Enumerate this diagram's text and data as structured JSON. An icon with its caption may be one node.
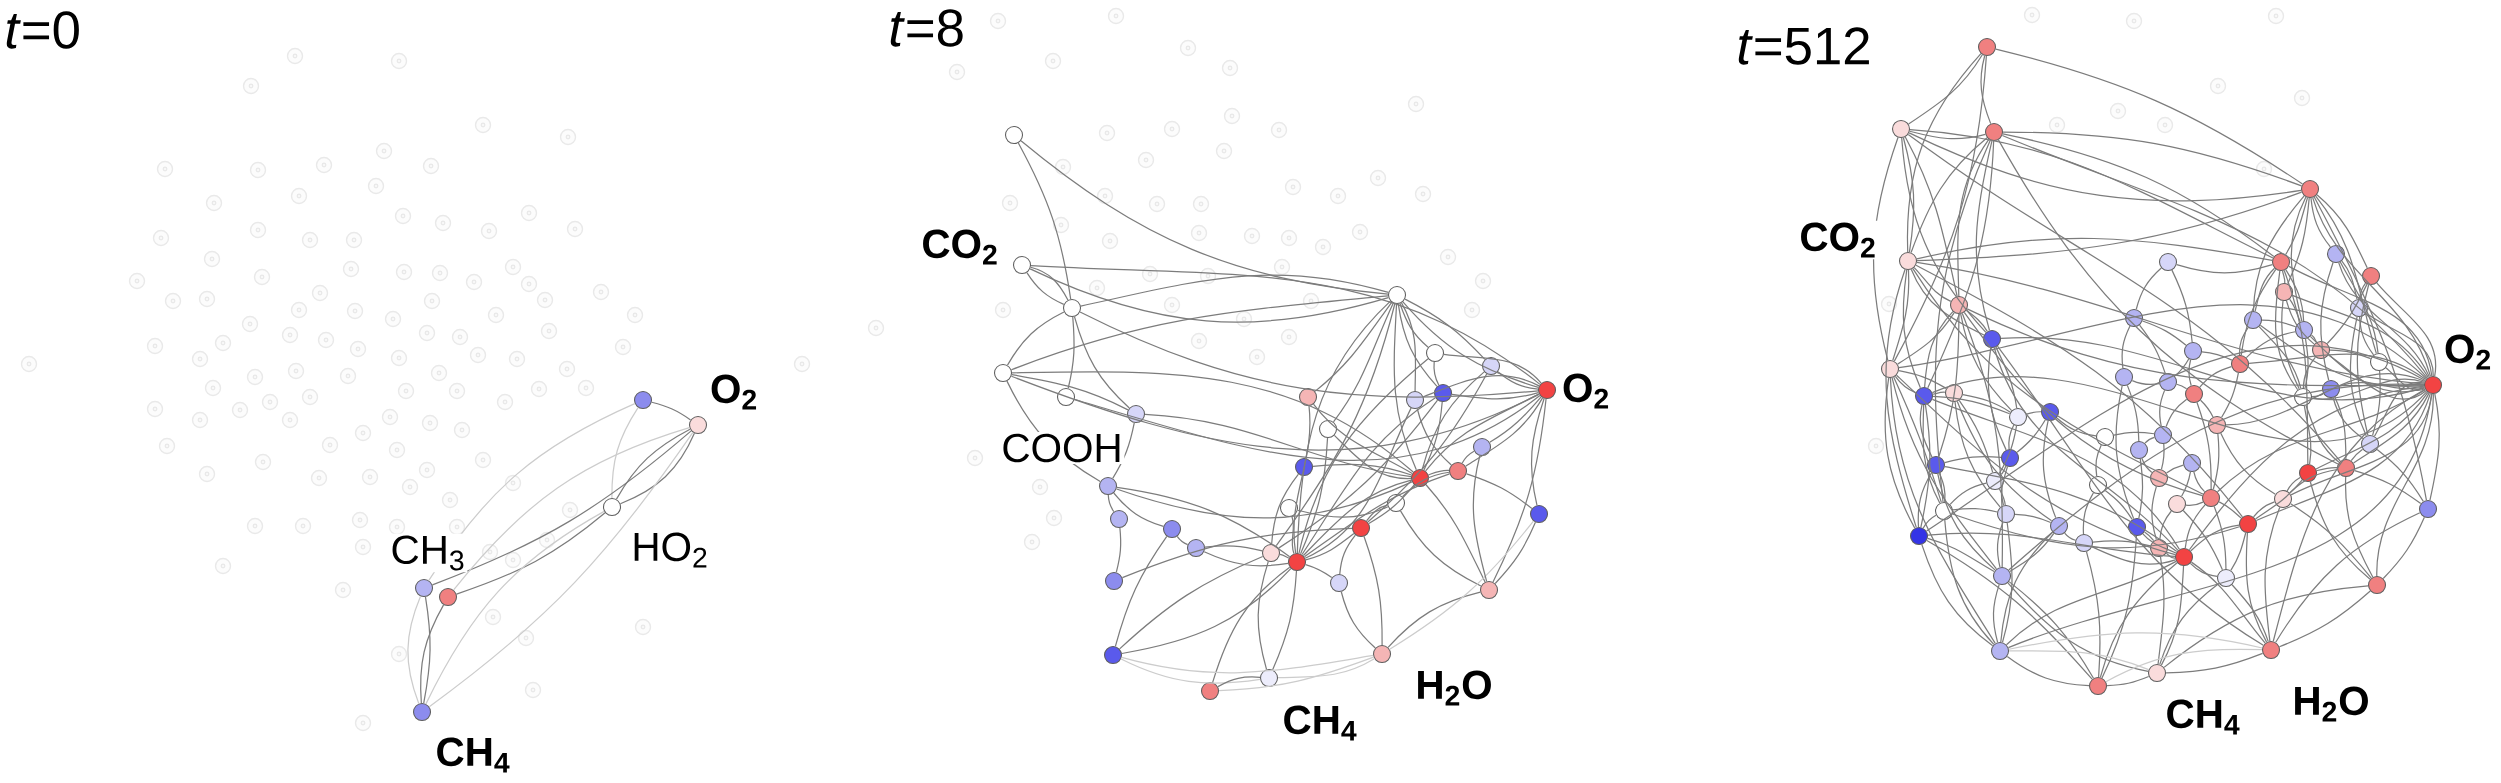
{
  "diagram": {
    "nodes": [
      {
        "text": [],
        "shape": "circle"
      },
      {
        "text": [],
        "shape": "circle",
        "beside": [
          "O$_{2}$"
        ]
      },
      {
        "text": [],
        "shape": "circle",
        "beside": [
          "HO$_{2}$"
        ]
      },
      {
        "text": [],
        "shape": "circle",
        "beside": [
          "CH$_{3}$"
        ]
      },
      {
        "text": [],
        "shape": "circle"
      },
      {
        "text": [],
        "shape": "circle",
        "beside": [
          "CH$_{4}$"
        ]
      },
      {
        "text": [],
        "shape": "circle"
      },
      {
        "text": [],
        "shape": "circle",
        "beside": [
          "CO$_{2}$"
        ]
      },
      {
        "text": [],
        "shape": "circle"
      },
      {
        "text": [],
        "shape": "circle"
      },
      {
        "text": [],
        "shape": "circle",
        "beside": [
          "COOH"
        ]
      },
      {
        "text": [],
        "shape": "circle"
      },
      {
        "text": [],
        "shape": "circle"
      },
      {
        "text": [],
        "shape": "circle"
      },
      {
        "text": [],
        "shape": "circle"
      },
      {
        "text": [],
        "shape": "circle"
      },
      {
        "text": [],
        "shape": "circle"
      },
      {
        "text": [],
        "shape": "circle"
      },
      {
        "text": [],
        "shape": "circle"
      },
      {
        "text": [],
        "shape": "circle"
      },
      {
        "text": [],
        "shape": "circle"
      },
      {
        "text": [],
        "shape": "circle",
        "beside": [
          "O$_{2}$"
        ]
      },
      {
        "text": [],
        "shape": "circle"
      },
      {
        "text": [],
        "shape": "circle"
      },
      {
        "text": [],
        "shape": "circle"
      },
      {
        "text": [],
        "shape": "circle"
      },
      {
        "text": [],
        "shape": "circle"
      },
      {
        "text": [],
        "shape": "circle"
      },
      {
        "text": [],
        "shape": "circle"
      },
      {
        "text": [],
        "shape": "circle"
      },
      {
        "text": [],
        "shape": "circle"
      },
      {
        "text": [],
        "shape": "circle"
      },
      {
        "text": [],
        "shape": "circle"
      },
      {
        "text": [],
        "shape": "circle"
      },
      {
        "text": [],
        "shape": "circle"
      },
      {
        "text": [],
        "shape": "circle"
      },
      {
        "text": [],
        "shape": "circle"
      },
      {
        "text": [],
        "shape": "circle"
      },
      {
        "text": [],
        "shape": "circle",
        "beside": [
          "H$_{2}$O"
        ]
      },
      {
        "text": [],
        "shape": "circle",
        "beside": [
          "CH$_{4}$"
        ]
      },
      {
        "text": [],
        "shape": "circle"
      },
      {
        "text": [],
        "shape": "circle"
      },
      {
        "text": [],
        "shape": "circle"
      },
      {
        "text": [],
        "shape": "circle"
      },
      {
        "text": [],
        "shape": "circle"
      },
      {
        "text": [],
        "shape": "circle"
      },
      {
        "text": [],
        "shape": "circle",
        "beside": [
          "CO$_{2}$"
        ]
      },
      {
        "text": [],
        "shape": "circle"
      },
      {
        "text": [],
        "shape": "circle"
      },
      {
        "text": [],
        "shape": "circle"
      },
      {
        "text": [],
        "shape": "circle"
      },
      {
        "text": [],
        "shape": "circle"
      },
      {
        "text": [],
        "shape": "circle"
      },
      {
        "text": [],
        "shape": "circle"
      },
      {
        "text": [],
        "shape": "circle"
      },
      {
        "text": [],
        "shape": "circle"
      },
      {
        "text": [],
        "shape": "circle"
      },
      {
        "text": [],
        "shape": "circle"
      },
      {
        "text": [],
        "shape": "circle"
      },
      {
        "text": [],
        "shape": "circle"
      },
      {
        "text": [],
        "shape": "circle"
      },
      {
        "text": [],
        "shape": "circle"
      },
      {
        "text": [],
        "shape": "circle",
        "beside": [
          "O$_{2}$"
        ]
      },
      {
        "text": [],
        "shape": "circle"
      },
      {
        "text": [],
        "shape": "circle"
      },
      {
        "text": [],
        "shape": "circle"
      },
      {
        "text": [],
        "shape": "circle"
      },
      {
        "text": [],
        "shape": "circle"
      },
      {
        "text": [],
        "shape": "circle"
      },
      {
        "text": [],
        "shape": "circle"
      },
      {
        "text": [],
        "shape": "circle"
      },
      {
        "text": [],
        "shape": "circle"
      },
      {
        "text": [],
        "shape": "circle"
      },
      {
        "text": [],
        "shape": "circle"
      },
      {
        "text": [],
        "shape": "circle"
      },
      {
        "text": [],
        "shape": "circle"
      },
      {
        "text": [],
        "shape": "circle"
      },
      {
        "text": [],
        "shape": "circle"
      },
      {
        "text": [],
        "shape": "circle"
      },
      {
        "text": [],
        "shape": "circle"
      },
      {
        "text": [],
        "shape": "circle"
      },
      {
        "text": [],
        "shape": "circle"
      },
      {
        "text": [],
        "shape": "circle"
      },
      {
        "text": [],
        "shape": "circle"
      },
      {
        "text": [],
        "shape": "circle"
      },
      {
        "text": [],
        "shape": "circle"
      },
      {
        "text": [],
        "shape": "circle"
      },
      {
        "text": [],
        "shape": "circle"
      },
      {
        "text": [],
        "shape": "circle"
      },
      {
        "text": [],
        "shape": "circle"
      },
      {
        "text": [],
        "shape": "circle"
      },
      {
        "text": [],
        "shape": "circle"
      },
      {
        "text": [],
        "shape": "circle"
      },
      {
        "text": [],
        "shape": "circle"
      },
      {
        "text": [],
        "shape": "circle"
      },
      {
        "text": [],
        "shape": "circle"
      },
      {
        "text": [],
        "shape": "circle"
      },
      {
        "text": [],
        "shape": "circle"
      },
      {
        "text": [],
        "shape": "circle"
      },
      {
        "text": [],
        "shape": "circle"
      },
      {
        "text": [],
        "shape": "circle"
      },
      {
        "text": [],
        "shape": "circle"
      },
      {
        "text": [],
        "shape": "circle",
        "beside": [
          "H$_{2}$O"
        ]
      },
      {
        "text": [],
        "shape": "circle",
        "beside": [
          "CH$_{4}$"
        ]
      },
      {
        "text": [],
        "shape": "circle"
      }
    ],
    "edges": [
      {
        "from": 0,
        "to": 1,
        "arrow": "none"
      },
      {
        "from": 1,
        "to": 2,
        "arrow": "none"
      },
      {
        "from": 1,
        "to": 2,
        "arrow": "none"
      },
      {
        "from": 0,
        "to": 2,
        "arrow": "none",
        "color": "#cccccc"
      },
      {
        "from": 1,
        "to": 3,
        "arrow": "none"
      },
      {
        "from": 0,
        "to": 3,
        "arrow": "none",
        "color": "#cccccc"
      },
      {
        "from": 2,
        "to": 4,
        "arrow": "none"
      },
      {
        "from": 1,
        "to": 4,
        "arrow": "none",
        "color": "#cccccc"
      },
      {
        "from": 3,
        "to": 5,
        "arrow": "none"
      },
      {
        "from": 4,
        "to": 5,
        "arrow": "none"
      },
      {
        "from": 3,
        "to": 5,
        "arrow": "none",
        "color": "#cccccc"
      },
      {
        "from": 2,
        "to": 5,
        "arrow": "none",
        "color": "#cccccc"
      },
      {
        "from": 1,
        "to": 5,
        "arrow": "none",
        "color": "#cccccc"
      },
      {
        "from": 6,
        "to": 18,
        "arrow": "none"
      },
      {
        "from": 6,
        "to": 8,
        "arrow": "none"
      },
      {
        "from": 7,
        "to": 8,
        "arrow": "none"
      },
      {
        "from": 7,
        "to": 8,
        "arrow": "none"
      },
      {
        "from": 8,
        "to": 9,
        "arrow": "none"
      },
      {
        "from": 8,
        "to": 10,
        "arrow": "none"
      },
      {
        "from": 8,
        "to": 11,
        "arrow": "none"
      },
      {
        "from": 8,
        "to": 18,
        "arrow": "none"
      },
      {
        "from": 7,
        "to": 18,
        "arrow": "none"
      },
      {
        "from": 9,
        "to": 11,
        "arrow": "none"
      },
      {
        "from": 9,
        "to": 12,
        "arrow": "none"
      },
      {
        "from": 9,
        "to": 18,
        "arrow": "none"
      },
      {
        "from": 9,
        "to": 21,
        "arrow": "none"
      },
      {
        "from": 11,
        "to": 12,
        "arrow": "none"
      },
      {
        "from": 12,
        "to": 13,
        "arrow": "none"
      },
      {
        "from": 13,
        "to": 14,
        "arrow": "none"
      },
      {
        "from": 12,
        "to": 16,
        "arrow": "none"
      },
      {
        "from": 12,
        "to": 34,
        "arrow": "none"
      },
      {
        "from": 16,
        "to": 17,
        "arrow": "none"
      },
      {
        "from": 15,
        "to": 16,
        "arrow": "none"
      },
      {
        "from": 15,
        "to": 34,
        "arrow": "none"
      },
      {
        "from": 15,
        "to": 33,
        "arrow": "none"
      },
      {
        "from": 15,
        "to": 39,
        "arrow": "none",
        "color": "#cccccc"
      },
      {
        "from": 17,
        "to": 33,
        "arrow": "none"
      },
      {
        "from": 18,
        "to": 19,
        "arrow": "none"
      },
      {
        "from": 18,
        "to": 20,
        "arrow": "none"
      },
      {
        "from": 18,
        "to": 21,
        "arrow": "none"
      },
      {
        "from": 18,
        "to": 23,
        "arrow": "none"
      },
      {
        "from": 18,
        "to": 24,
        "arrow": "none"
      },
      {
        "from": 18,
        "to": 25,
        "arrow": "none"
      },
      {
        "from": 18,
        "to": 28,
        "arrow": "none"
      },
      {
        "from": 18,
        "to": 33,
        "arrow": "none"
      },
      {
        "from": 18,
        "to": 34,
        "arrow": "none"
      },
      {
        "from": 18,
        "to": 22,
        "arrow": "none"
      },
      {
        "from": 19,
        "to": 24,
        "arrow": "none"
      },
      {
        "from": 19,
        "to": 21,
        "arrow": "none"
      },
      {
        "from": 20,
        "to": 21,
        "arrow": "none"
      },
      {
        "from": 21,
        "to": 24,
        "arrow": "none"
      },
      {
        "from": 21,
        "to": 23,
        "arrow": "none"
      },
      {
        "from": 21,
        "to": 26,
        "arrow": "none"
      },
      {
        "from": 21,
        "to": 28,
        "arrow": "none"
      },
      {
        "from": 21,
        "to": 29,
        "arrow": "none"
      },
      {
        "from": 21,
        "to": 36,
        "arrow": "none"
      },
      {
        "from": 21,
        "to": 37,
        "arrow": "none"
      },
      {
        "from": 22,
        "to": 28,
        "arrow": "none"
      },
      {
        "from": 22,
        "to": 34,
        "arrow": "none"
      },
      {
        "from": 23,
        "to": 29,
        "arrow": "none"
      },
      {
        "from": 24,
        "to": 28,
        "arrow": "none"
      },
      {
        "from": 25,
        "to": 28,
        "arrow": "none"
      },
      {
        "from": 25,
        "to": 34,
        "arrow": "none"
      },
      {
        "from": 26,
        "to": 29,
        "arrow": "none"
      },
      {
        "from": 27,
        "to": 28,
        "arrow": "none"
      },
      {
        "from": 27,
        "to": 33,
        "arrow": "none"
      },
      {
        "from": 28,
        "to": 29,
        "arrow": "none"
      },
      {
        "from": 28,
        "to": 34,
        "arrow": "none"
      },
      {
        "from": 28,
        "to": 32,
        "arrow": "none"
      },
      {
        "from": 29,
        "to": 31,
        "arrow": "none"
      },
      {
        "from": 29,
        "to": 36,
        "arrow": "none"
      },
      {
        "from": 30,
        "to": 31,
        "arrow": "none"
      },
      {
        "from": 30,
        "to": 34,
        "arrow": "none"
      },
      {
        "from": 31,
        "to": 32,
        "arrow": "none"
      },
      {
        "from": 32,
        "to": 34,
        "arrow": "none"
      },
      {
        "from": 32,
        "to": 35,
        "arrow": "none"
      },
      {
        "from": 33,
        "to": 34,
        "arrow": "none"
      },
      {
        "from": 33,
        "to": 39,
        "arrow": "none"
      },
      {
        "from": 34,
        "to": 39,
        "arrow": "none"
      },
      {
        "from": 34,
        "to": 40,
        "arrow": "none"
      },
      {
        "from": 34,
        "to": 35,
        "arrow": "none"
      },
      {
        "from": 35,
        "to": 38,
        "arrow": "none"
      },
      {
        "from": 32,
        "to": 38,
        "arrow": "none"
      },
      {
        "from": 37,
        "to": 38,
        "arrow": "none"
      },
      {
        "from": 36,
        "to": 37,
        "arrow": "none"
      },
      {
        "from": 31,
        "to": 37,
        "arrow": "none"
      },
      {
        "from": 28,
        "to": 37,
        "arrow": "none"
      },
      {
        "from": 29,
        "to": 34,
        "arrow": "none"
      },
      {
        "from": 39,
        "to": 38,
        "arrow": "none",
        "color": "#cccccc"
      },
      {
        "from": 40,
        "to": 39,
        "arrow": "none"
      },
      {
        "from": 40,
        "to": 38,
        "arrow": "none",
        "color": "#cccccc"
      },
      {
        "from": 20,
        "to": 28,
        "arrow": "none"
      },
      {
        "from": 24,
        "to": 33,
        "arrow": "none"
      },
      {
        "from": 24,
        "to": 34,
        "arrow": "none"
      },
      {
        "from": 11,
        "to": 28,
        "arrow": "none"
      },
      {
        "from": 10,
        "to": 21,
        "arrow": "none"
      },
      {
        "from": 9,
        "to": 28,
        "arrow": "none"
      },
      {
        "from": 12,
        "to": 28,
        "arrow": "none"
      },
      {
        "from": 14,
        "to": 32,
        "arrow": "none"
      },
      {
        "from": 17,
        "to": 34,
        "arrow": "none"
      },
      {
        "from": 36,
        "to": 38,
        "arrow": "none",
        "color": "#cccccc"
      },
      {
        "from": 26,
        "to": 37,
        "arrow": "none"
      },
      {
        "from": 23,
        "to": 34,
        "arrow": "none"
      },
      {
        "from": 19,
        "to": 34,
        "arrow": "none"
      },
      {
        "from": 20,
        "to": 32,
        "arrow": "none"
      },
      {
        "from": 15,
        "to": 38,
        "arrow": "none",
        "color": "#cccccc"
      },
      {
        "from": 7,
        "to": 21,
        "arrow": "none"
      },
      {
        "from": 8,
        "to": 21,
        "arrow": "none"
      },
      {
        "from": 41,
        "to": 42,
        "arrow": "none"
      },
      {
        "from": 41,
        "to": 43,
        "arrow": "none"
      },
      {
        "from": 41,
        "to": 44,
        "arrow": "none"
      },
      {
        "from": 41,
        "to": 46,
        "arrow": "none"
      },
      {
        "from": 41,
        "to": 61,
        "arrow": "none"
      },
      {
        "from": 42,
        "to": 43,
        "arrow": "none"
      },
      {
        "from": 42,
        "to": 46,
        "arrow": "none"
      },
      {
        "from": 42,
        "to": 61,
        "arrow": "none"
      },
      {
        "from": 42,
        "to": 47,
        "arrow": "none"
      },
      {
        "from": 42,
        "to": 44,
        "arrow": "none"
      },
      {
        "from": 42,
        "to": 51,
        "arrow": "none"
      },
      {
        "from": 42,
        "to": 55,
        "arrow": "none"
      },
      {
        "from": 43,
        "to": 44,
        "arrow": "none"
      },
      {
        "from": 43,
        "to": 51,
        "arrow": "none"
      },
      {
        "from": 43,
        "to": 47,
        "arrow": "none"
      },
      {
        "from": 43,
        "to": 55,
        "arrow": "none"
      },
      {
        "from": 43,
        "to": 62,
        "arrow": "none"
      },
      {
        "from": 43,
        "to": 46,
        "arrow": "none"
      },
      {
        "from": 43,
        "to": 65,
        "arrow": "none"
      },
      {
        "from": 43,
        "to": 85,
        "arrow": "none"
      },
      {
        "from": 44,
        "to": 47,
        "arrow": "none"
      },
      {
        "from": 44,
        "to": 48,
        "arrow": "none"
      },
      {
        "from": 44,
        "to": 49,
        "arrow": "none"
      },
      {
        "from": 44,
        "to": 62,
        "arrow": "none"
      },
      {
        "from": 44,
        "to": 50,
        "arrow": "none"
      },
      {
        "from": 44,
        "to": 53,
        "arrow": "none"
      },
      {
        "from": 44,
        "to": 46,
        "arrow": "none"
      },
      {
        "from": 44,
        "to": 56,
        "arrow": "none"
      },
      {
        "from": 44,
        "to": 60,
        "arrow": "none"
      },
      {
        "from": 46,
        "to": 51,
        "arrow": "none"
      },
      {
        "from": 46,
        "to": 61,
        "arrow": "none"
      },
      {
        "from": 46,
        "to": 55,
        "arrow": "none"
      },
      {
        "from": 46,
        "to": 62,
        "arrow": "none"
      },
      {
        "from": 46,
        "to": 65,
        "arrow": "none"
      },
      {
        "from": 46,
        "to": 47,
        "arrow": "none"
      },
      {
        "from": 46,
        "to": 91,
        "arrow": "none"
      },
      {
        "from": 47,
        "to": 50,
        "arrow": "none"
      },
      {
        "from": 47,
        "to": 53,
        "arrow": "none"
      },
      {
        "from": 47,
        "to": 56,
        "arrow": "none"
      },
      {
        "from": 47,
        "to": 59,
        "arrow": "none"
      },
      {
        "from": 47,
        "to": 62,
        "arrow": "none"
      },
      {
        "from": 47,
        "to": 68,
        "arrow": "none"
      },
      {
        "from": 47,
        "to": 82,
        "arrow": "none"
      },
      {
        "from": 45,
        "to": 47,
        "arrow": "none"
      },
      {
        "from": 48,
        "to": 54,
        "arrow": "none"
      },
      {
        "from": 48,
        "to": 62,
        "arrow": "none"
      },
      {
        "from": 48,
        "to": 60,
        "arrow": "none"
      },
      {
        "from": 48,
        "to": 69,
        "arrow": "none"
      },
      {
        "from": 49,
        "to": 62,
        "arrow": "none"
      },
      {
        "from": 49,
        "to": 54,
        "arrow": "none"
      },
      {
        "from": 49,
        "to": 58,
        "arrow": "none"
      },
      {
        "from": 49,
        "to": 84,
        "arrow": "none"
      },
      {
        "from": 50,
        "to": 56,
        "arrow": "none"
      },
      {
        "from": 50,
        "to": 58,
        "arrow": "none"
      },
      {
        "from": 50,
        "to": 62,
        "arrow": "none"
      },
      {
        "from": 50,
        "to": 68,
        "arrow": "none"
      },
      {
        "from": 51,
        "to": 61,
        "arrow": "none"
      },
      {
        "from": 51,
        "to": 65,
        "arrow": "none"
      },
      {
        "from": 51,
        "to": 55,
        "arrow": "none"
      },
      {
        "from": 51,
        "to": 62,
        "arrow": "none"
      },
      {
        "from": 51,
        "to": 76,
        "arrow": "none"
      },
      {
        "from": 51,
        "to": 88,
        "arrow": "none"
      },
      {
        "from": 51,
        "to": 98,
        "arrow": "none"
      },
      {
        "from": 51,
        "to": 70,
        "arrow": "none"
      },
      {
        "from": 52,
        "to": 57,
        "arrow": "none"
      },
      {
        "from": 52,
        "to": 63,
        "arrow": "none"
      },
      {
        "from": 52,
        "to": 64,
        "arrow": "none"
      },
      {
        "from": 45,
        "to": 52,
        "arrow": "none"
      },
      {
        "from": 45,
        "to": 57,
        "arrow": "none"
      },
      {
        "from": 53,
        "to": 59,
        "arrow": "none"
      },
      {
        "from": 53,
        "to": 56,
        "arrow": "none"
      },
      {
        "from": 53,
        "to": 62,
        "arrow": "none"
      },
      {
        "from": 53,
        "to": 68,
        "arrow": "none"
      },
      {
        "from": 54,
        "to": 60,
        "arrow": "none"
      },
      {
        "from": 54,
        "to": 62,
        "arrow": "none"
      },
      {
        "from": 54,
        "to": 84,
        "arrow": "none"
      },
      {
        "from": 55,
        "to": 70,
        "arrow": "none"
      },
      {
        "from": 55,
        "to": 77,
        "arrow": "none"
      },
      {
        "from": 55,
        "to": 62,
        "arrow": "none"
      },
      {
        "from": 55,
        "to": 97,
        "arrow": "none"
      },
      {
        "from": 56,
        "to": 58,
        "arrow": "none"
      },
      {
        "from": 56,
        "to": 62,
        "arrow": "none"
      },
      {
        "from": 56,
        "to": 68,
        "arrow": "none"
      },
      {
        "from": 56,
        "to": 59,
        "arrow": "none"
      },
      {
        "from": 57,
        "to": 64,
        "arrow": "none"
      },
      {
        "from": 57,
        "to": 67,
        "arrow": "none"
      },
      {
        "from": 57,
        "to": 59,
        "arrow": "none"
      },
      {
        "from": 58,
        "to": 62,
        "arrow": "none"
      },
      {
        "from": 58,
        "to": 60,
        "arrow": "none"
      },
      {
        "from": 58,
        "to": 68,
        "arrow": "none"
      },
      {
        "from": 59,
        "to": 62,
        "arrow": "none"
      },
      {
        "from": 59,
        "to": 67,
        "arrow": "none"
      },
      {
        "from": 59,
        "to": 74,
        "arrow": "none"
      },
      {
        "from": 60,
        "to": 62,
        "arrow": "none"
      },
      {
        "from": 60,
        "to": 84,
        "arrow": "none"
      },
      {
        "from": 61,
        "to": 65,
        "arrow": "none"
      },
      {
        "from": 61,
        "to": 66,
        "arrow": "none"
      },
      {
        "from": 61,
        "to": 91,
        "arrow": "none"
      },
      {
        "from": 61,
        "to": 85,
        "arrow": "none"
      },
      {
        "from": 61,
        "to": 101,
        "arrow": "none"
      },
      {
        "from": 61,
        "to": 62,
        "arrow": "none"
      },
      {
        "from": 61,
        "to": 98,
        "arrow": "none"
      },
      {
        "from": 62,
        "to": 68,
        "arrow": "none"
      },
      {
        "from": 62,
        "to": 69,
        "arrow": "none"
      },
      {
        "from": 62,
        "to": 83,
        "arrow": "none"
      },
      {
        "from": 62,
        "to": 84,
        "arrow": "none"
      },
      {
        "from": 62,
        "to": 90,
        "arrow": "none"
      },
      {
        "from": 62,
        "to": 100,
        "arrow": "none"
      },
      {
        "from": 62,
        "to": 82,
        "arrow": "none"
      },
      {
        "from": 62,
        "to": 88,
        "arrow": "none"
      },
      {
        "from": 62,
        "to": 94,
        "arrow": "none"
      },
      {
        "from": 62,
        "to": 97,
        "arrow": "none"
      },
      {
        "from": 62,
        "to": 89,
        "arrow": "none"
      },
      {
        "from": 62,
        "to": 102,
        "arrow": "none"
      },
      {
        "from": 62,
        "to": 74,
        "arrow": "none"
      },
      {
        "from": 63,
        "to": 64,
        "arrow": "none"
      },
      {
        "from": 63,
        "to": 75,
        "arrow": "none"
      },
      {
        "from": 63,
        "to": 93,
        "arrow": "none"
      },
      {
        "from": 64,
        "to": 67,
        "arrow": "none"
      },
      {
        "from": 64,
        "to": 73,
        "arrow": "none"
      },
      {
        "from": 65,
        "to": 66,
        "arrow": "none"
      },
      {
        "from": 65,
        "to": 76,
        "arrow": "none"
      },
      {
        "from": 65,
        "to": 91,
        "arrow": "none"
      },
      {
        "from": 65,
        "to": 85,
        "arrow": "none"
      },
      {
        "from": 65,
        "to": 70,
        "arrow": "none"
      },
      {
        "from": 65,
        "to": 62,
        "arrow": "none"
      },
      {
        "from": 66,
        "to": 70,
        "arrow": "none"
      },
      {
        "from": 66,
        "to": 86,
        "arrow": "none"
      },
      {
        "from": 66,
        "to": 78,
        "arrow": "none"
      },
      {
        "from": 66,
        "to": 92,
        "arrow": "none"
      },
      {
        "from": 67,
        "to": 74,
        "arrow": "none"
      },
      {
        "from": 67,
        "to": 73,
        "arrow": "none"
      },
      {
        "from": 67,
        "to": 88,
        "arrow": "none"
      },
      {
        "from": 68,
        "to": 69,
        "arrow": "none"
      },
      {
        "from": 68,
        "to": 82,
        "arrow": "none"
      },
      {
        "from": 68,
        "to": 83,
        "arrow": "none"
      },
      {
        "from": 69,
        "to": 83,
        "arrow": "none"
      },
      {
        "from": 69,
        "to": 84,
        "arrow": "none"
      },
      {
        "from": 70,
        "to": 71,
        "arrow": "none"
      },
      {
        "from": 70,
        "to": 77,
        "arrow": "none"
      },
      {
        "from": 70,
        "to": 78,
        "arrow": "none"
      },
      {
        "from": 71,
        "to": 72,
        "arrow": "none"
      },
      {
        "from": 71,
        "to": 77,
        "arrow": "none"
      },
      {
        "from": 71,
        "to": 92,
        "arrow": "none"
      },
      {
        "from": 72,
        "to": 73,
        "arrow": "none"
      },
      {
        "from": 72,
        "to": 79,
        "arrow": "none"
      },
      {
        "from": 73,
        "to": 80,
        "arrow": "none"
      },
      {
        "from": 73,
        "to": 75,
        "arrow": "none"
      },
      {
        "from": 74,
        "to": 88,
        "arrow": "none"
      },
      {
        "from": 74,
        "to": 89,
        "arrow": "none"
      },
      {
        "from": 75,
        "to": 93,
        "arrow": "none"
      },
      {
        "from": 75,
        "to": 80,
        "arrow": "none"
      },
      {
        "from": 76,
        "to": 85,
        "arrow": "none"
      },
      {
        "from": 76,
        "to": 91,
        "arrow": "none"
      },
      {
        "from": 76,
        "to": 77,
        "arrow": "none"
      },
      {
        "from": 76,
        "to": 98,
        "arrow": "none"
      },
      {
        "from": 77,
        "to": 78,
        "arrow": "none"
      },
      {
        "from": 77,
        "to": 86,
        "arrow": "none"
      },
      {
        "from": 78,
        "to": 86,
        "arrow": "none"
      },
      {
        "from": 78,
        "to": 85,
        "arrow": "none"
      },
      {
        "from": 79,
        "to": 93,
        "arrow": "none"
      },
      {
        "from": 79,
        "to": 95,
        "arrow": "none"
      },
      {
        "from": 80,
        "to": 81,
        "arrow": "none"
      },
      {
        "from": 80,
        "to": 96,
        "arrow": "none"
      },
      {
        "from": 81,
        "to": 87,
        "arrow": "none"
      },
      {
        "from": 81,
        "to": 88,
        "arrow": "none"
      },
      {
        "from": 82,
        "to": 83,
        "arrow": "none"
      },
      {
        "from": 82,
        "to": 89,
        "arrow": "none"
      },
      {
        "from": 82,
        "to": 94,
        "arrow": "none"
      },
      {
        "from": 82,
        "to": 100,
        "arrow": "none"
      },
      {
        "from": 83,
        "to": 84,
        "arrow": "none"
      },
      {
        "from": 83,
        "to": 89,
        "arrow": "none"
      },
      {
        "from": 83,
        "to": 90,
        "arrow": "none"
      },
      {
        "from": 83,
        "to": 100,
        "arrow": "none"
      },
      {
        "from": 84,
        "to": 90,
        "arrow": "none"
      },
      {
        "from": 85,
        "to": 91,
        "arrow": "none"
      },
      {
        "from": 85,
        "to": 86,
        "arrow": "none"
      },
      {
        "from": 85,
        "to": 101,
        "arrow": "none"
      },
      {
        "from": 86,
        "to": 92,
        "arrow": "none"
      },
      {
        "from": 86,
        "to": 98,
        "arrow": "none"
      },
      {
        "from": 86,
        "to": 101,
        "arrow": "none"
      },
      {
        "from": 87,
        "to": 88,
        "arrow": "none"
      },
      {
        "from": 87,
        "to": 99,
        "arrow": "none"
      },
      {
        "from": 87,
        "to": 96,
        "arrow": "none"
      },
      {
        "from": 88,
        "to": 94,
        "arrow": "none"
      },
      {
        "from": 88,
        "to": 97,
        "arrow": "none"
      },
      {
        "from": 88,
        "to": 99,
        "arrow": "none"
      },
      {
        "from": 89,
        "to": 94,
        "arrow": "none"
      },
      {
        "from": 89,
        "to": 100,
        "arrow": "none"
      },
      {
        "from": 89,
        "to": 102,
        "arrow": "none"
      },
      {
        "from": 90,
        "to": 100,
        "arrow": "none"
      },
      {
        "from": 90,
        "to": 102,
        "arrow": "none"
      },
      {
        "from": 91,
        "to": 98,
        "arrow": "none"
      },
      {
        "from": 91,
        "to": 101,
        "arrow": "none"
      },
      {
        "from": 91,
        "to": 104,
        "arrow": "none"
      },
      {
        "from": 92,
        "to": 95,
        "arrow": "none"
      },
      {
        "from": 92,
        "to": 98,
        "arrow": "none"
      },
      {
        "from": 92,
        "to": 101,
        "arrow": "none"
      },
      {
        "from": 93,
        "to": 96,
        "arrow": "none"
      },
      {
        "from": 93,
        "to": 97,
        "arrow": "none"
      },
      {
        "from": 93,
        "to": 104,
        "arrow": "none"
      },
      {
        "from": 94,
        "to": 97,
        "arrow": "none"
      },
      {
        "from": 94,
        "to": 99,
        "arrow": "none"
      },
      {
        "from": 94,
        "to": 102,
        "arrow": "none"
      },
      {
        "from": 95,
        "to": 96,
        "arrow": "none"
      },
      {
        "from": 95,
        "to": 97,
        "arrow": "none"
      },
      {
        "from": 95,
        "to": 104,
        "arrow": "none"
      },
      {
        "from": 96,
        "to": 97,
        "arrow": "none"
      },
      {
        "from": 96,
        "to": 103,
        "arrow": "none"
      },
      {
        "from": 97,
        "to": 99,
        "arrow": "none"
      },
      {
        "from": 97,
        "to": 103,
        "arrow": "none"
      },
      {
        "from": 97,
        "to": 104,
        "arrow": "none"
      },
      {
        "from": 97,
        "to": 102,
        "arrow": "none"
      },
      {
        "from": 98,
        "to": 101,
        "arrow": "none"
      },
      {
        "from": 98,
        "to": 104,
        "arrow": "none"
      },
      {
        "from": 98,
        "to": 103,
        "arrow": "none"
      },
      {
        "from": 99,
        "to": 102,
        "arrow": "none"
      },
      {
        "from": 99,
        "to": 103,
        "arrow": "none"
      },
      {
        "from": 100,
        "to": 102,
        "arrow": "none"
      },
      {
        "from": 100,
        "to": 103,
        "arrow": "none"
      },
      {
        "from": 101,
        "to": 103,
        "arrow": "none",
        "color": "#cccccc"
      },
      {
        "from": 101,
        "to": 104,
        "arrow": "none"
      },
      {
        "from": 102,
        "to": 103,
        "arrow": "none"
      },
      {
        "from": 102,
        "to": 104,
        "arrow": "none",
        "color": "#cccccc"
      },
      {
        "from": 103,
        "to": 104,
        "arrow": "none"
      },
      {
        "from": 61,
        "to": 97,
        "arrow": "none"
      },
      {
        "from": 91,
        "to": 97,
        "arrow": "none"
      },
      {
        "from": 101,
        "to": 97,
        "arrow": "none"
      },
      {
        "from": 101,
        "to": 102,
        "arrow": "none",
        "color": "#cccccc"
      },
      {
        "from": 46,
        "to": 88,
        "arrow": "none"
      },
      {
        "from": 42,
        "to": 83,
        "arrow": "none"
      },
      {
        "from": 43,
        "to": 83,
        "arrow": "none"
      },
      {
        "from": 46,
        "to": 94,
        "arrow": "none"
      },
      {
        "from": 55,
        "to": 102,
        "arrow": "none"
      },
      {
        "from": 65,
        "to": 97,
        "arrow": "none"
      },
      {
        "from": 91,
        "to": 62,
        "arrow": "none"
      },
      {
        "from": 101,
        "to": 62,
        "arrow": "none"
      },
      {
        "from": 98,
        "to": 62,
        "arrow": "none"
      },
      {
        "from": 76,
        "to": 97,
        "arrow": "none"
      },
      {
        "from": 85,
        "to": 94,
        "arrow": "none"
      },
      {
        "from": 44,
        "to": 90,
        "arrow": "none"
      }
    ],
    "labels": [
      "*t*=0",
      "*t*=8",
      "*t*=512"
    ]
  }
}
